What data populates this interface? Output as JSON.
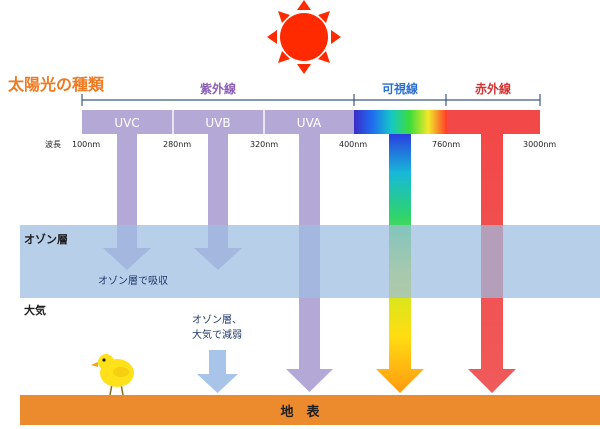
{
  "title": "太陽光の種類",
  "categories": {
    "uv": "紫外線",
    "visible": "可視線",
    "infrared": "赤外線"
  },
  "uv_bands": [
    "UVC",
    "UVB",
    "UVA"
  ],
  "wavelength": {
    "label": "波長",
    "ticks": [
      "100nm",
      "280nm",
      "320nm",
      "400nm",
      "760nm",
      "3000nm"
    ]
  },
  "layers": {
    "ozone": "オゾン層",
    "atmosphere": "大気",
    "ground": "地　表"
  },
  "annotations": {
    "absorbed_by_ozone": "オゾン層で吸収",
    "attenuated_line1": "オゾン層、",
    "attenuated_line2": "大気で減弱"
  },
  "icons": [
    "sun-icon",
    "chick-icon"
  ],
  "colors": {
    "uv": "#b4a8d6",
    "uv_light": "#a8c4e8",
    "infrared": "#f05353",
    "title": "#ee7a22",
    "uv_label": "#8a5eb8",
    "visible_label": "#2b6fd0",
    "infrared_label": "#d23232",
    "ozone": "#b4cce8",
    "ground": "#ec8a2e",
    "sun": "#ff2a00"
  }
}
